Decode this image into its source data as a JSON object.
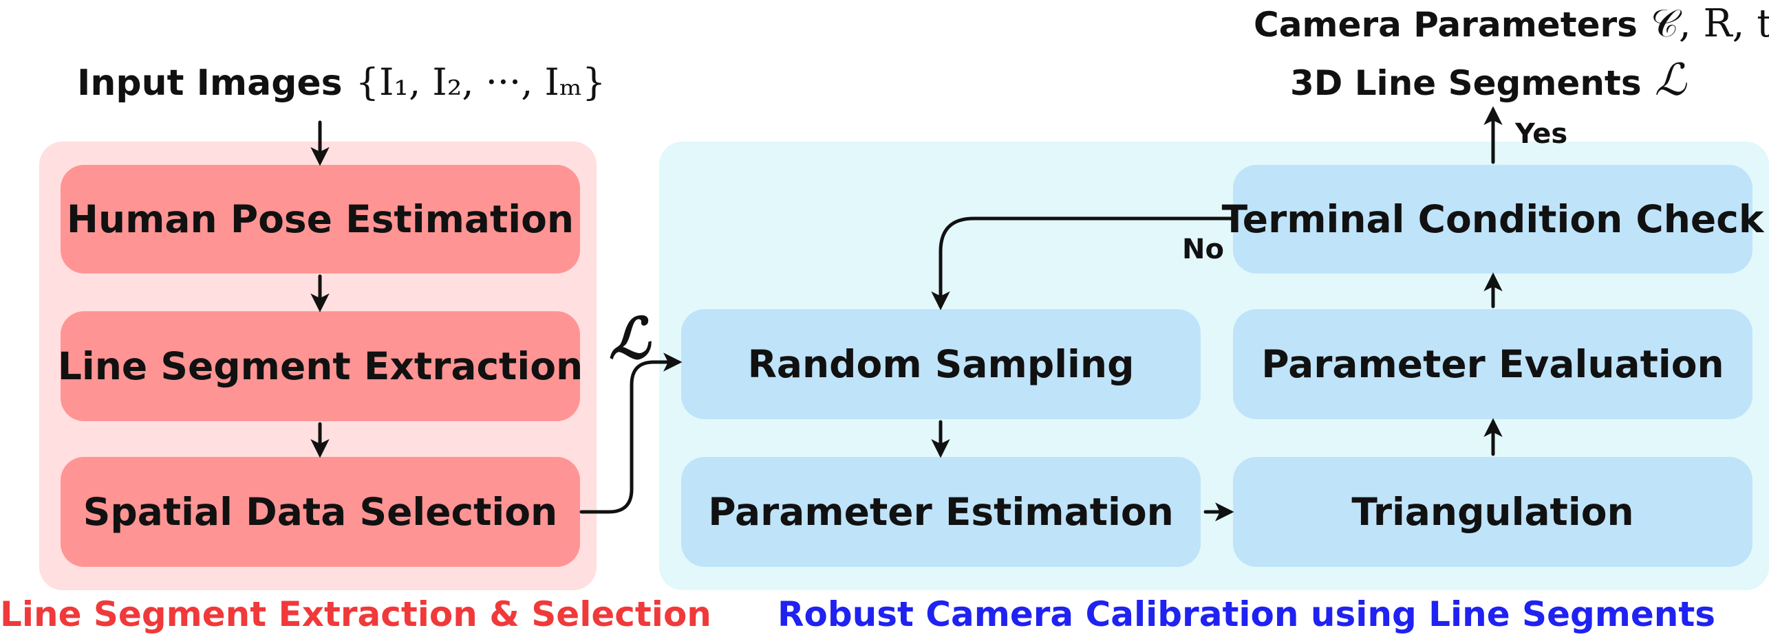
{
  "inputs": {
    "label": "Input Images",
    "math": "{I₁, I₂, ···, Iₘ}"
  },
  "outputs": {
    "camera_label": "Camera Parameters",
    "camera_math": "𝒞, R, t",
    "lines_label": "3D Line Segments",
    "lines_math": "ℒ"
  },
  "left_stage": {
    "title": "Line Segment Extraction & Selection",
    "title_color": "#f0393a",
    "background": "#ffdfdf",
    "box_color": "#ff9494",
    "steps": [
      "Human Pose Estimation",
      "Line Segment Extraction",
      "Spatial Data Selection"
    ]
  },
  "right_stage": {
    "title": "Robust Camera Calibration using Line Segments",
    "title_color": "#1f22f0",
    "background": "#e2f8fb",
    "box_color": "#bfe3f9",
    "steps": {
      "random_sampling": "Random Sampling",
      "parameter_estimation": "Parameter Estimation",
      "triangulation": "Triangulation",
      "parameter_evaluation": "Parameter Evaluation",
      "terminal_check": "Terminal Condition Check"
    }
  },
  "connector": {
    "line_set_symbol": "ℒ"
  },
  "branches": {
    "yes": "Yes",
    "no": "No"
  }
}
